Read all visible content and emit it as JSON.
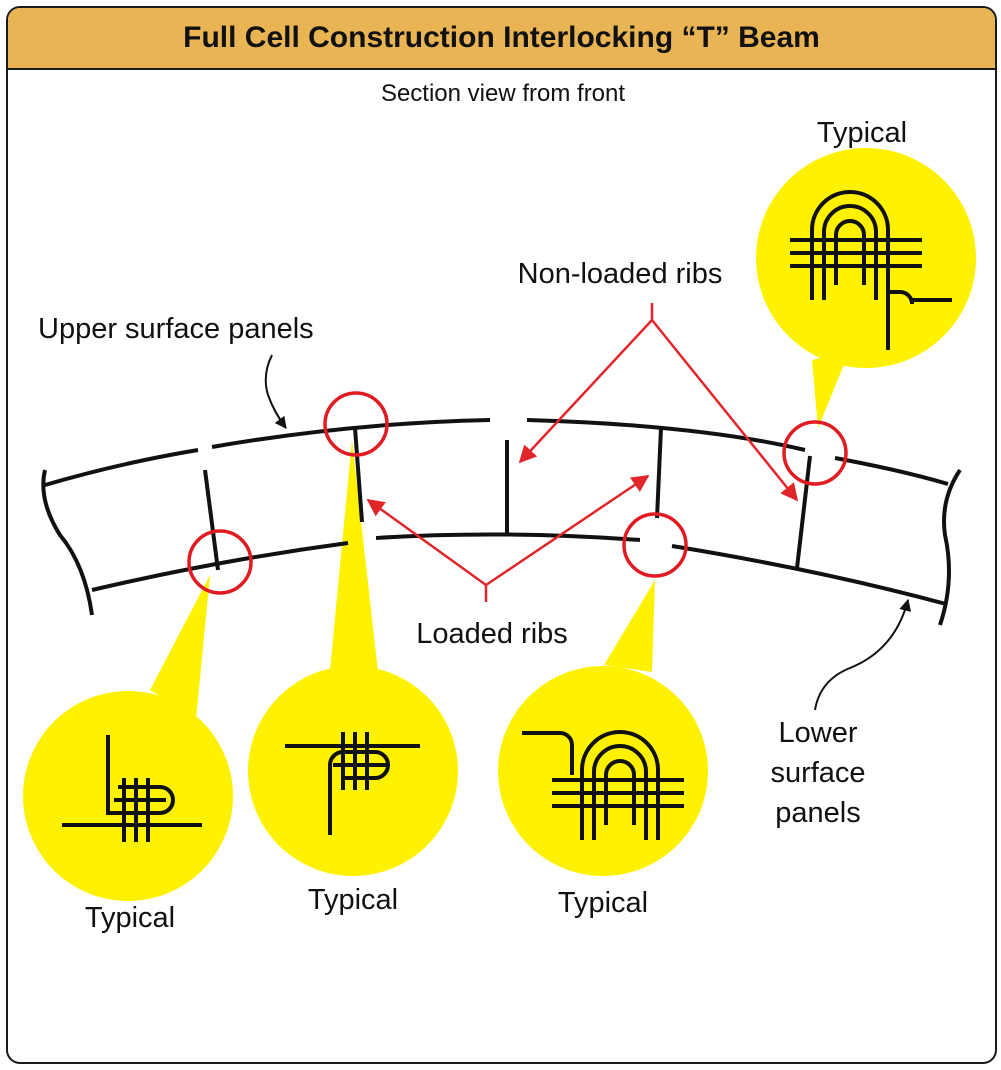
{
  "title": "Full Cell Construction Interlocking “T” Beam",
  "subtitle": "Section view from front",
  "labels": {
    "upper_surface": "Upper surface panels",
    "non_loaded": "Non-loaded ribs",
    "loaded": "Loaded ribs",
    "lower_surface_1": "Lower",
    "lower_surface_2": "surface",
    "lower_surface_3": "panels",
    "typical": "Typical"
  },
  "colors": {
    "header": "#e9b454",
    "callout": "#fff200",
    "highlight": "#e11b22",
    "arrow": "#e0262b",
    "line": "#111111"
  }
}
